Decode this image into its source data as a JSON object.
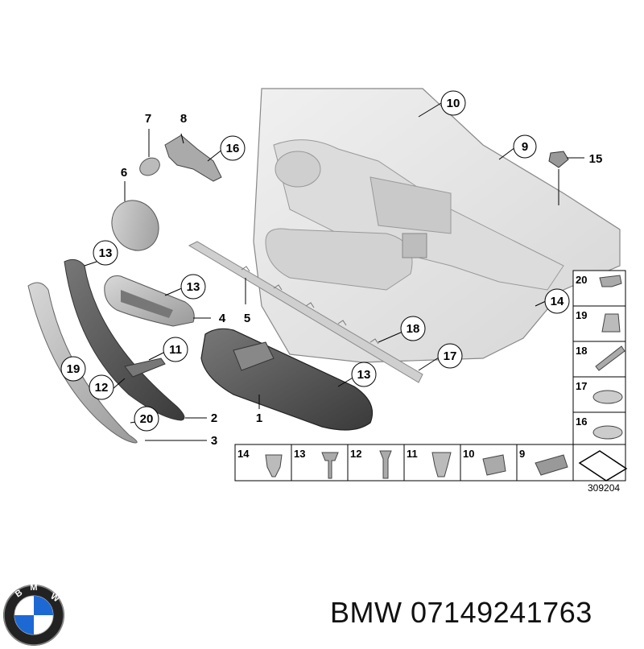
{
  "callouts": {
    "c1": "1",
    "c2": "2",
    "c3": "3",
    "c4": "4",
    "c5": "5",
    "c6": "6",
    "c7": "7",
    "c8": "8",
    "c9": "9",
    "c10": "10",
    "c11": "11",
    "c12": "12",
    "c13a": "13",
    "c13b": "13",
    "c13c": "13",
    "c14": "14",
    "c15": "15",
    "c16": "16",
    "c17": "17",
    "c18": "18",
    "c19": "19",
    "c20": "20"
  },
  "legend_right": [
    "20",
    "19",
    "18",
    "17",
    "16"
  ],
  "legend_bottom": [
    "14",
    "13",
    "12",
    "11",
    "10",
    "9"
  ],
  "reference_number": "309204",
  "logo_letters": "BMW",
  "footer": {
    "brand": "BMW",
    "part_number": "07149241763"
  },
  "colors": {
    "panel_fill": "#e4e4e4",
    "panel_stroke": "#888888",
    "dark_part": "#555555",
    "logo_blue": "#1c69d4"
  }
}
